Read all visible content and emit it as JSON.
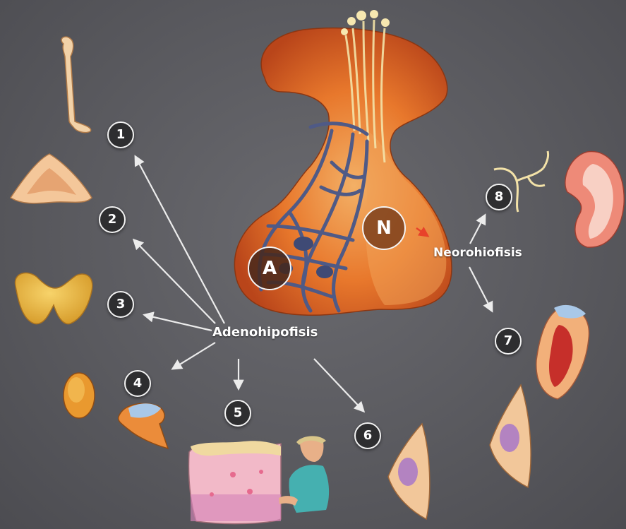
{
  "labels": {
    "adenohipofisis": "Adenohipofisis",
    "neurohipofisis": "Neorohiofisis"
  },
  "badges": {
    "b1": "1",
    "b2": "2",
    "b3": "3",
    "b4": "4",
    "b5": "5",
    "b6": "6",
    "b7": "7",
    "b8": "8",
    "A": "A",
    "N": "N"
  },
  "colors": {
    "background": "#5f5f64",
    "gland": "#e7762b",
    "vessels": "#4f5a86",
    "arrow": "#ececec",
    "badge": "#2e2e30"
  }
}
